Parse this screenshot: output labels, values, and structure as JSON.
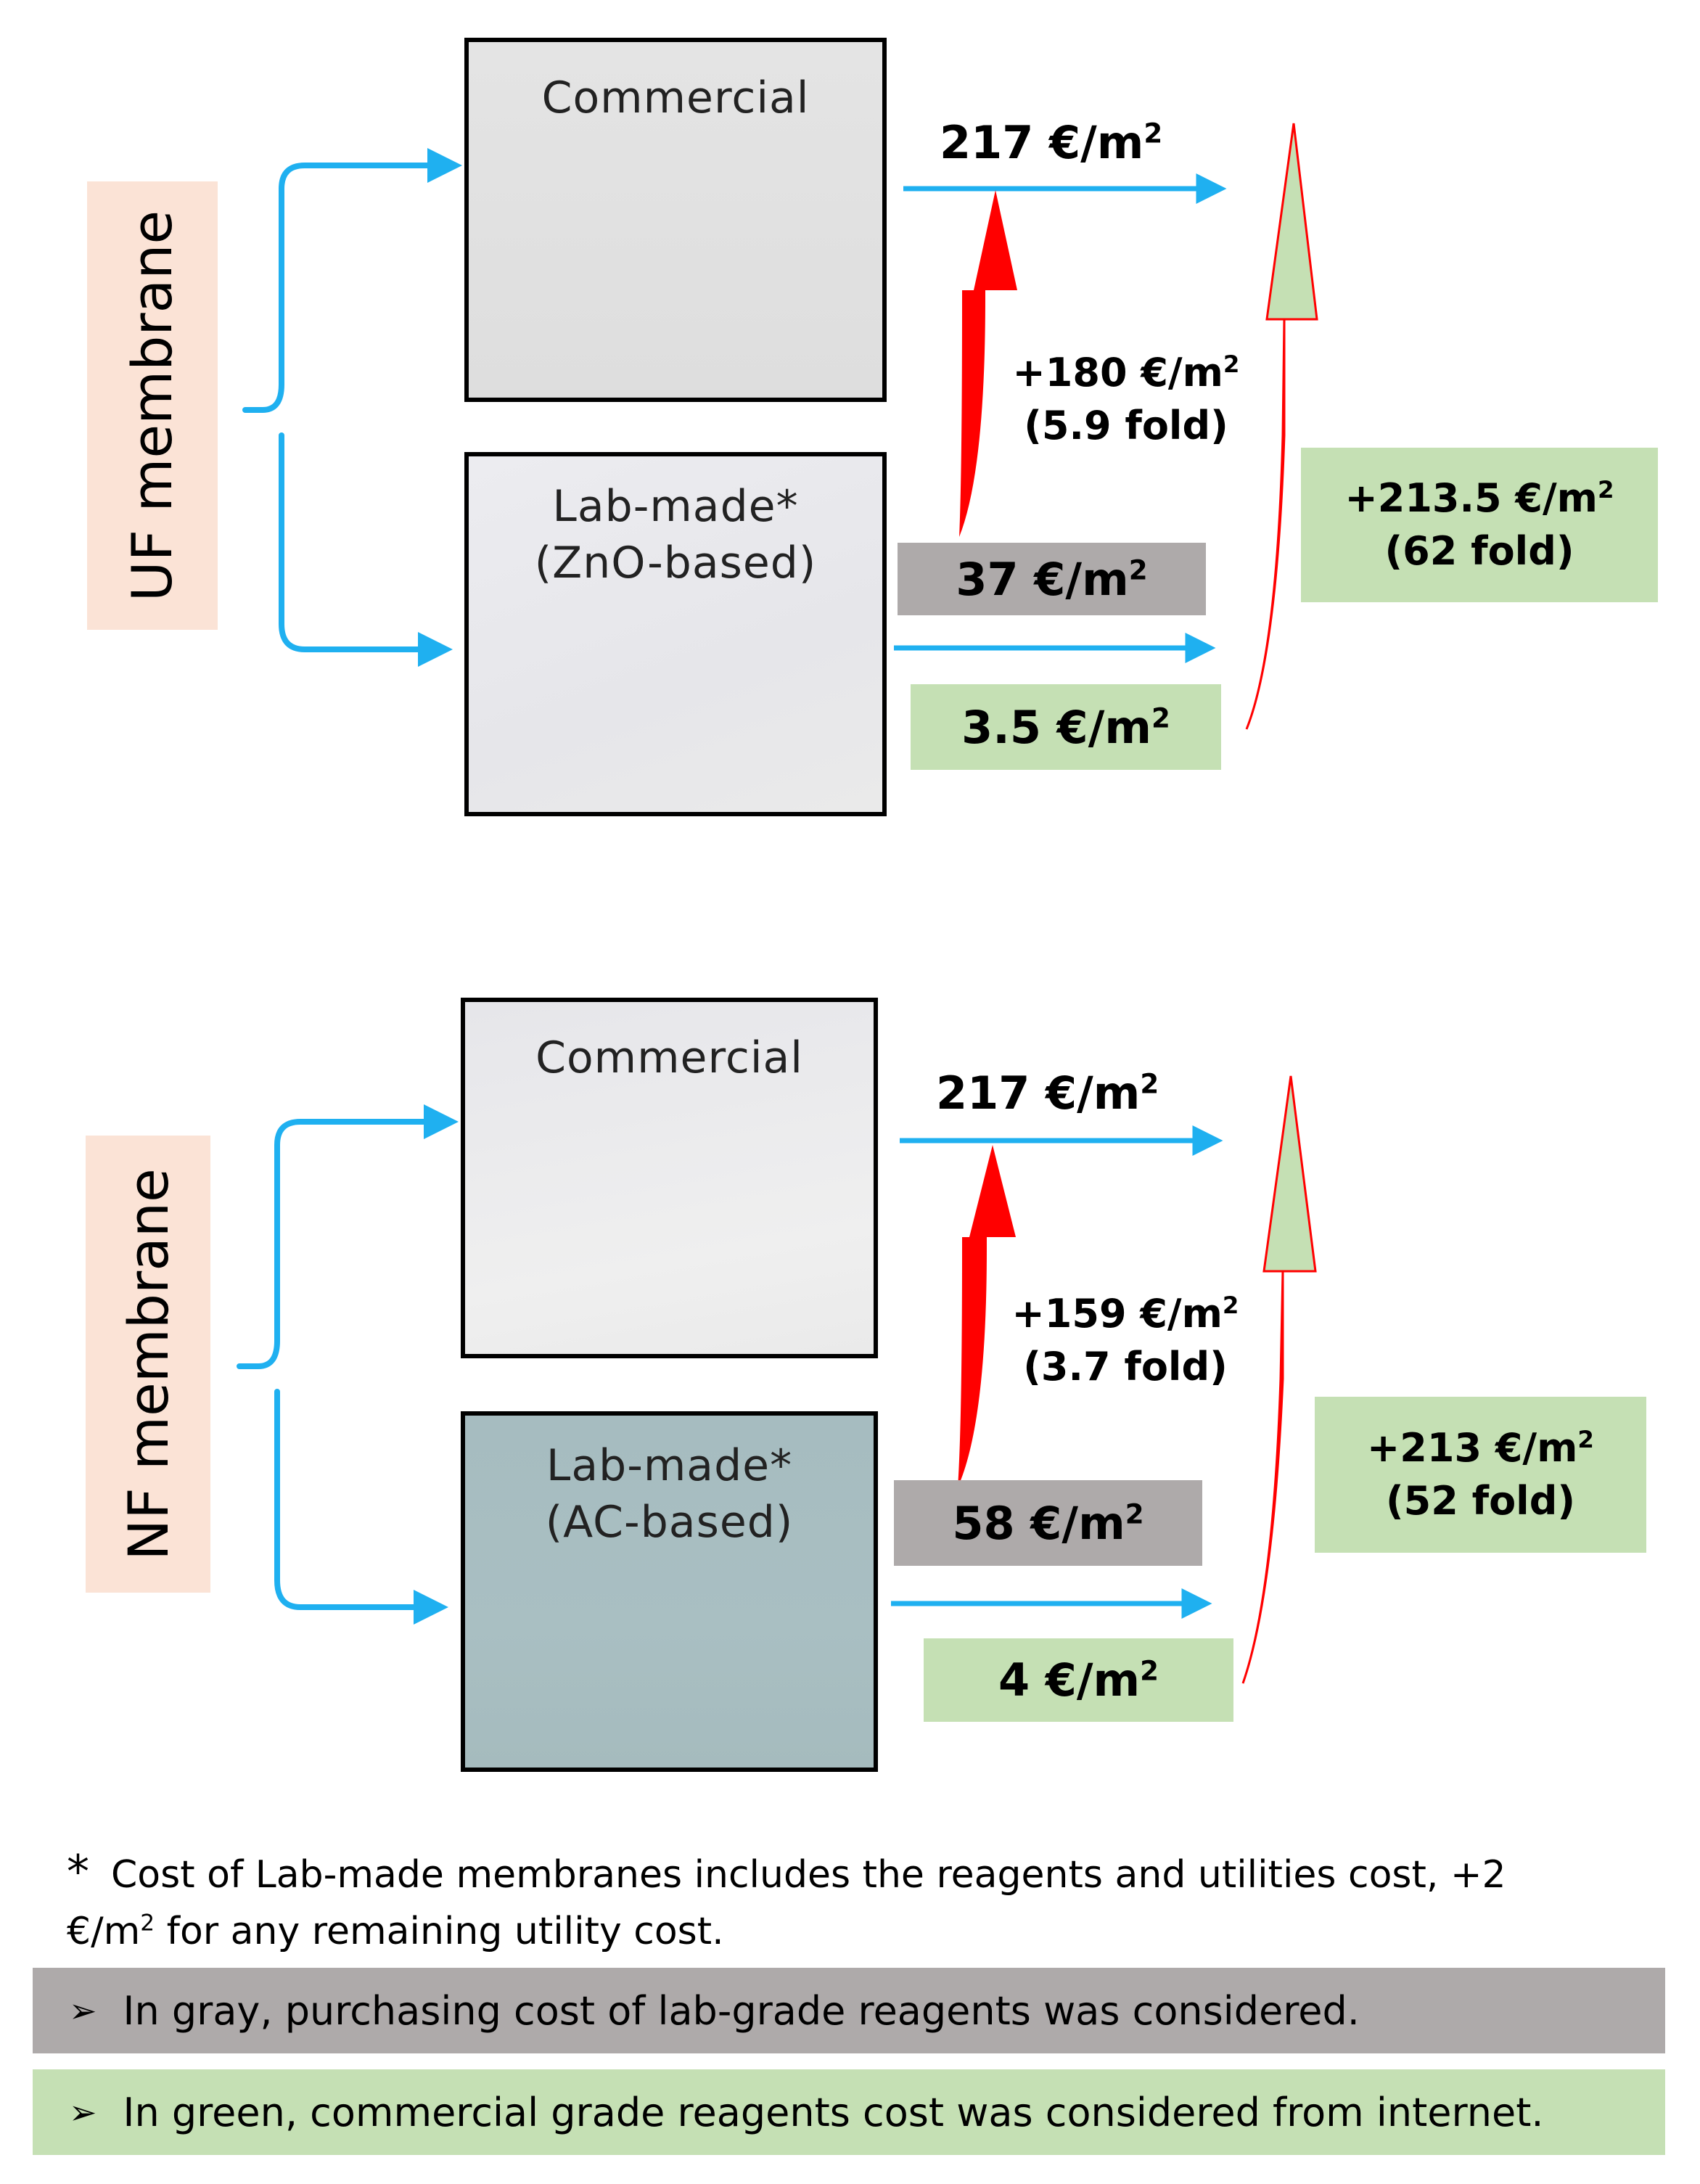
{
  "sections": [
    {
      "label": "UF membrane",
      "commercial": {
        "title": "Commercial",
        "price": "217 €/m"
      },
      "labmade": {
        "line1": "Lab-made*",
        "line2": "(ZnO-based)",
        "gray_price": "37 €/m",
        "green_price": "3.5 €/m"
      },
      "red_delta": {
        "line1": "+180 €/m",
        "line2": "(5.9 fold)"
      },
      "green_delta": {
        "line1": "+213.5 €/m",
        "line2": "(62 fold)"
      }
    },
    {
      "label": "NF membrane",
      "commercial": {
        "title": "Commercial",
        "price": "217 €/m"
      },
      "labmade": {
        "line1": "Lab-made*",
        "line2": "(AC-based)",
        "gray_price": "58 €/m",
        "green_price": "4 €/m"
      },
      "red_delta": {
        "line1": "+159 €/m",
        "line2": "(3.7 fold)"
      },
      "green_delta": {
        "line1": "+213 €/m",
        "line2": "(52 fold)"
      }
    }
  ],
  "superscript": "2",
  "footnote": {
    "star": "*",
    "line1": "Cost of Lab-made membranes includes the reagents and utilities cost, +2",
    "line2_prefix": "€/m",
    "line2_suffix": " for any remaining utility cost."
  },
  "legend": {
    "bullet": "➢",
    "gray": "In gray, purchasing cost of lab-grade reagents was considered.",
    "green": "In green, commercial grade reagents cost was considered from internet."
  },
  "colors": {
    "connector_blue": "#1fb0f0",
    "red_arrow": "#ff0000",
    "green_arrow_fill": "#c5e0b4",
    "gray_box": "#aeaaaa",
    "green_box": "#c5e0b4",
    "label_box": "#fbe3d6"
  }
}
